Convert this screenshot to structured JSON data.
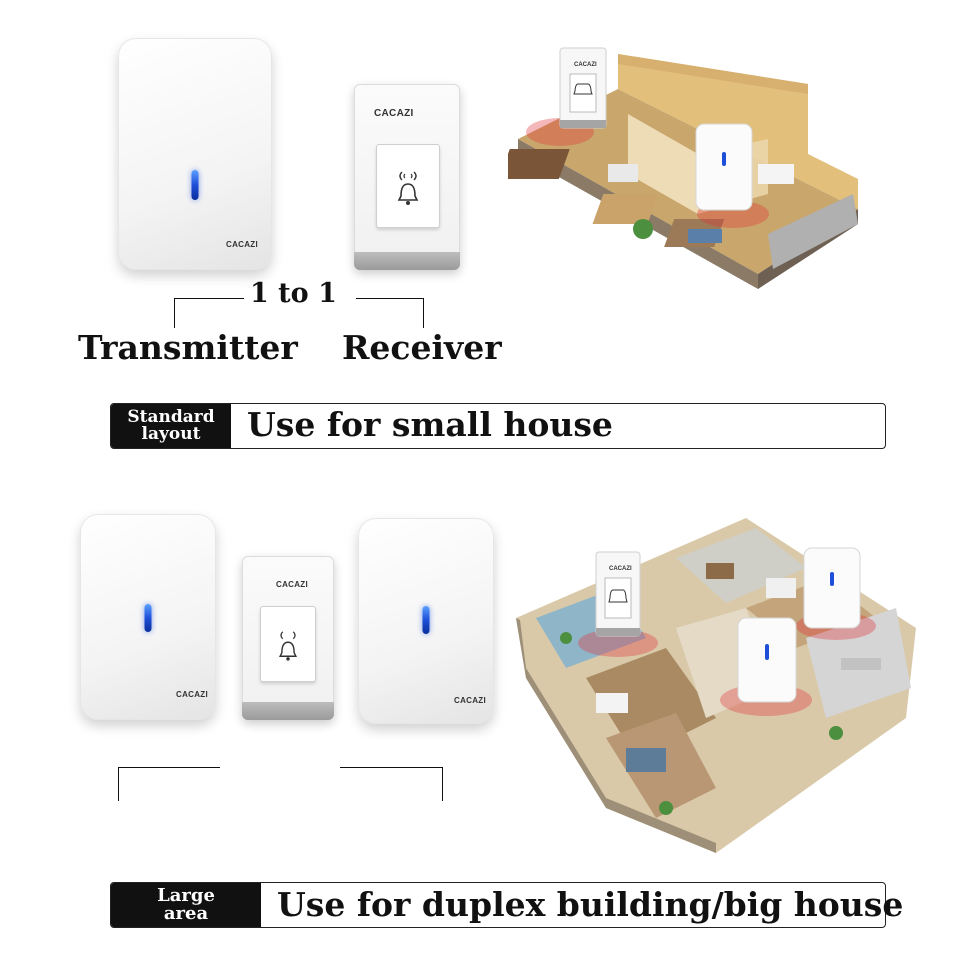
{
  "brand": "CACAZI",
  "top": {
    "ratio_label": "1 to 1",
    "transmitter_label": "Transmitter",
    "receiver_label": "Receiver",
    "banner_tag_line1": "Standard",
    "banner_tag_line2": "layout",
    "banner_text": "Use for small house"
  },
  "bottom": {
    "banner_tag_line1": "Large",
    "banner_tag_line2": "area",
    "banner_text": "Use for duplex building/big house"
  },
  "icons": [
    "bell-icon",
    "blue-led-indicator"
  ],
  "colors": {
    "led_blue": "#1e4fd8",
    "signal_red": "#e2343a",
    "banner_black": "#111111"
  }
}
